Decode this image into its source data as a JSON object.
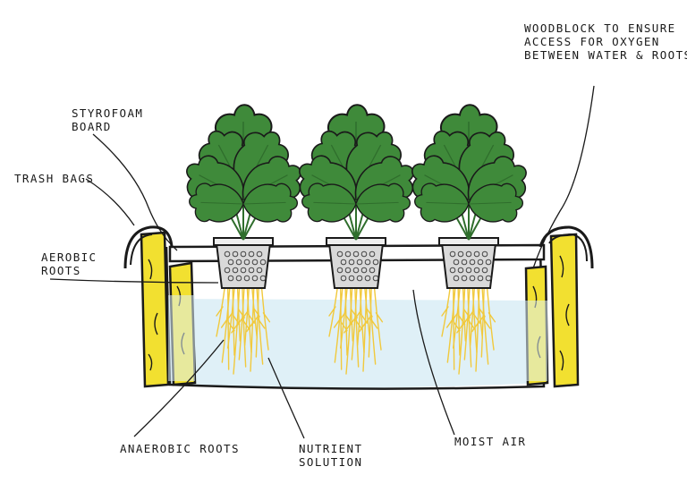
{
  "diagram": {
    "labels": {
      "woodblock": {
        "lines": [
          "WOODBLOCK TO ENSURE",
          "ACCESS FOR OXYGEN",
          "BETWEEN WATER & ROOTS"
        ]
      },
      "styrofoam": {
        "lines": [
          "STYROFOAM",
          "BOARD"
        ]
      },
      "trash_bags": {
        "lines": [
          "TRASH BAGS"
        ]
      },
      "aerobic_roots": {
        "lines": [
          "AEROBIC",
          "ROOTS"
        ]
      },
      "anaerobic_roots": {
        "lines": [
          "ANAEROBIC ROOTS"
        ]
      },
      "nutrient_solution": {
        "lines": [
          "NUTRIENT",
          "SOLUTION"
        ]
      },
      "moist_air": {
        "lines": [
          "MOIST AIR"
        ]
      }
    },
    "colors": {
      "leaf": "#3f8a3a",
      "leaf_shade": "#2f6e2c",
      "wood": "#f2e030",
      "water": "#dff0f7",
      "root": "#f1c93c",
      "pot": "#d9d9d9",
      "outline": "#1a1a1a"
    },
    "plants": [
      {
        "name": "plant-left"
      },
      {
        "name": "plant-middle"
      },
      {
        "name": "plant-right"
      }
    ]
  }
}
